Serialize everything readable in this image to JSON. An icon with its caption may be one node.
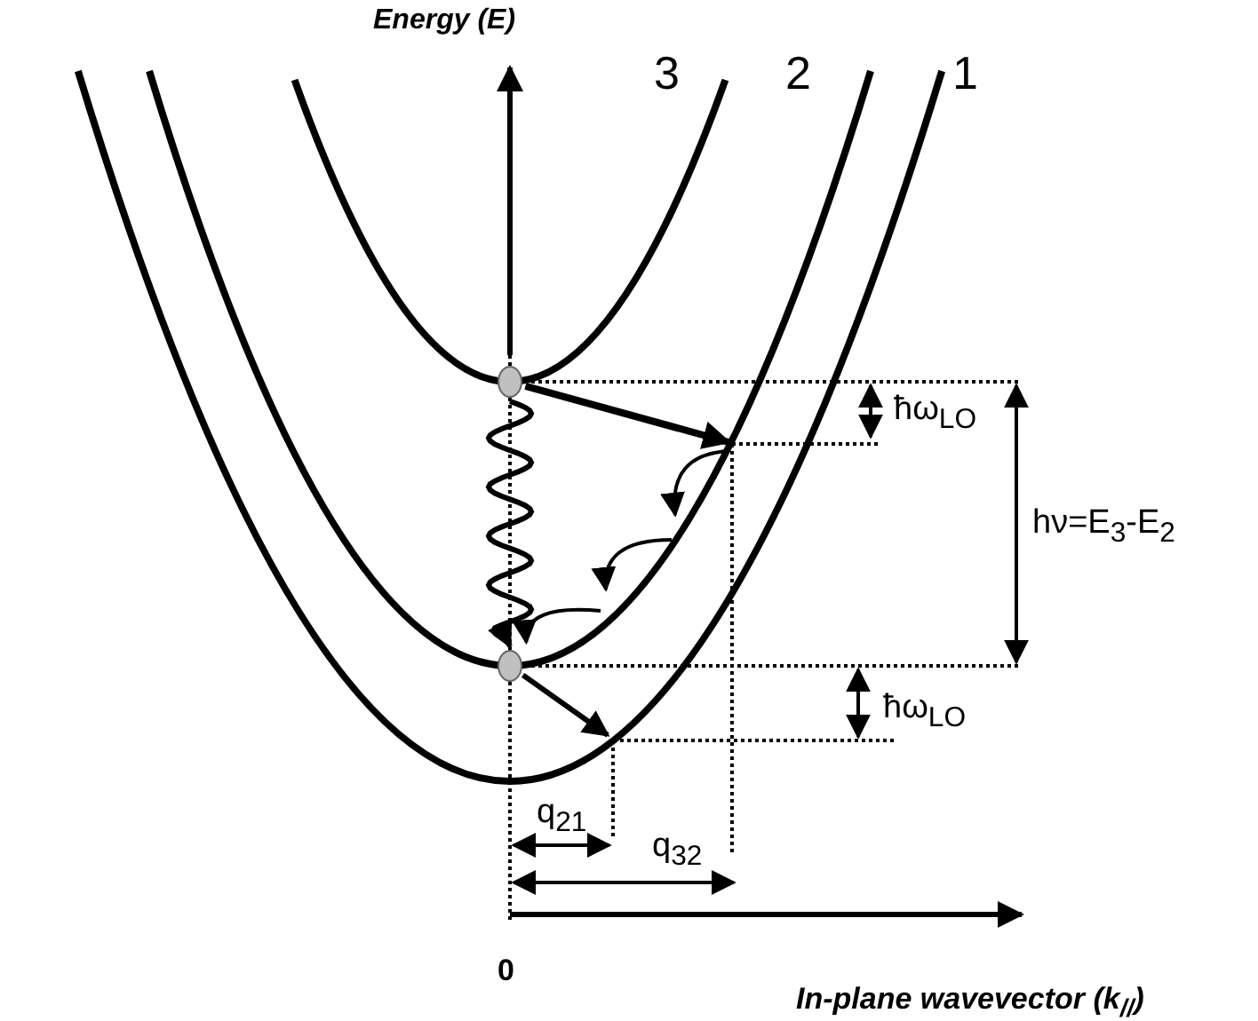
{
  "diagram": {
    "nodes": [
      {
        "text": [],
        "shape": "circle"
      },
      {
        "text": [],
        "shape": "circle"
      }
    ],
    "edges": [
      {
        "from": 0,
        "to": 1,
        "arrow": "to"
      },
      {
        "from": 0,
        "to": null,
        "arrow": "to"
      },
      {
        "from": null,
        "to": 1,
        "arrow": "to"
      },
      {
        "from": 1,
        "to": null,
        "arrow": "to"
      }
    ],
    "labels": [
      "Energy (E)",
      "3",
      "2",
      "1",
      "ħω$_{LO}$",
      "hν=E$_{3}$-E$_{2}$",
      "ħω$_{LO}$",
      "q$_{21}$",
      "q$_{32}$",
      "0",
      "In-plane wavevector (k$_{//}$)"
    ]
  }
}
